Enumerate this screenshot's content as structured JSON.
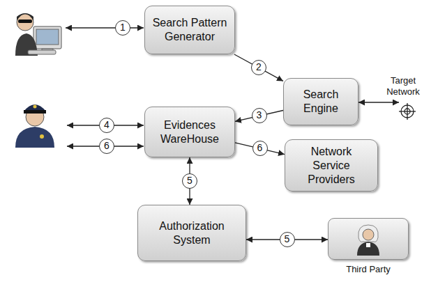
{
  "diagram": {
    "nodes": [
      {
        "text": [
          "Search Pattern Generator"
        ]
      },
      {
        "text": [
          "Search Engine"
        ]
      },
      {
        "text": [
          "Evidences WareHouse"
        ]
      },
      {
        "text": [
          "Network Service Providers"
        ]
      },
      {
        "text": [
          "Authorization System"
        ]
      },
      {
        "text": [
          "Third Party"
        ]
      }
    ],
    "edges": [
      {
        "from": 0,
        "to": 1,
        "label": "2",
        "arrow": "to"
      },
      {
        "from": 1,
        "to": 2,
        "label": "3",
        "arrow": "to"
      },
      {
        "from": 2,
        "to": 3,
        "label": "6",
        "arrow": "to"
      },
      {
        "from": 2,
        "to": 4,
        "label": "5",
        "arrow": "both"
      },
      {
        "from": 4,
        "to": 5,
        "label": "5",
        "arrow": "both"
      }
    ],
    "labels": [
      "1",
      "Target Network",
      "4",
      "6"
    ]
  }
}
